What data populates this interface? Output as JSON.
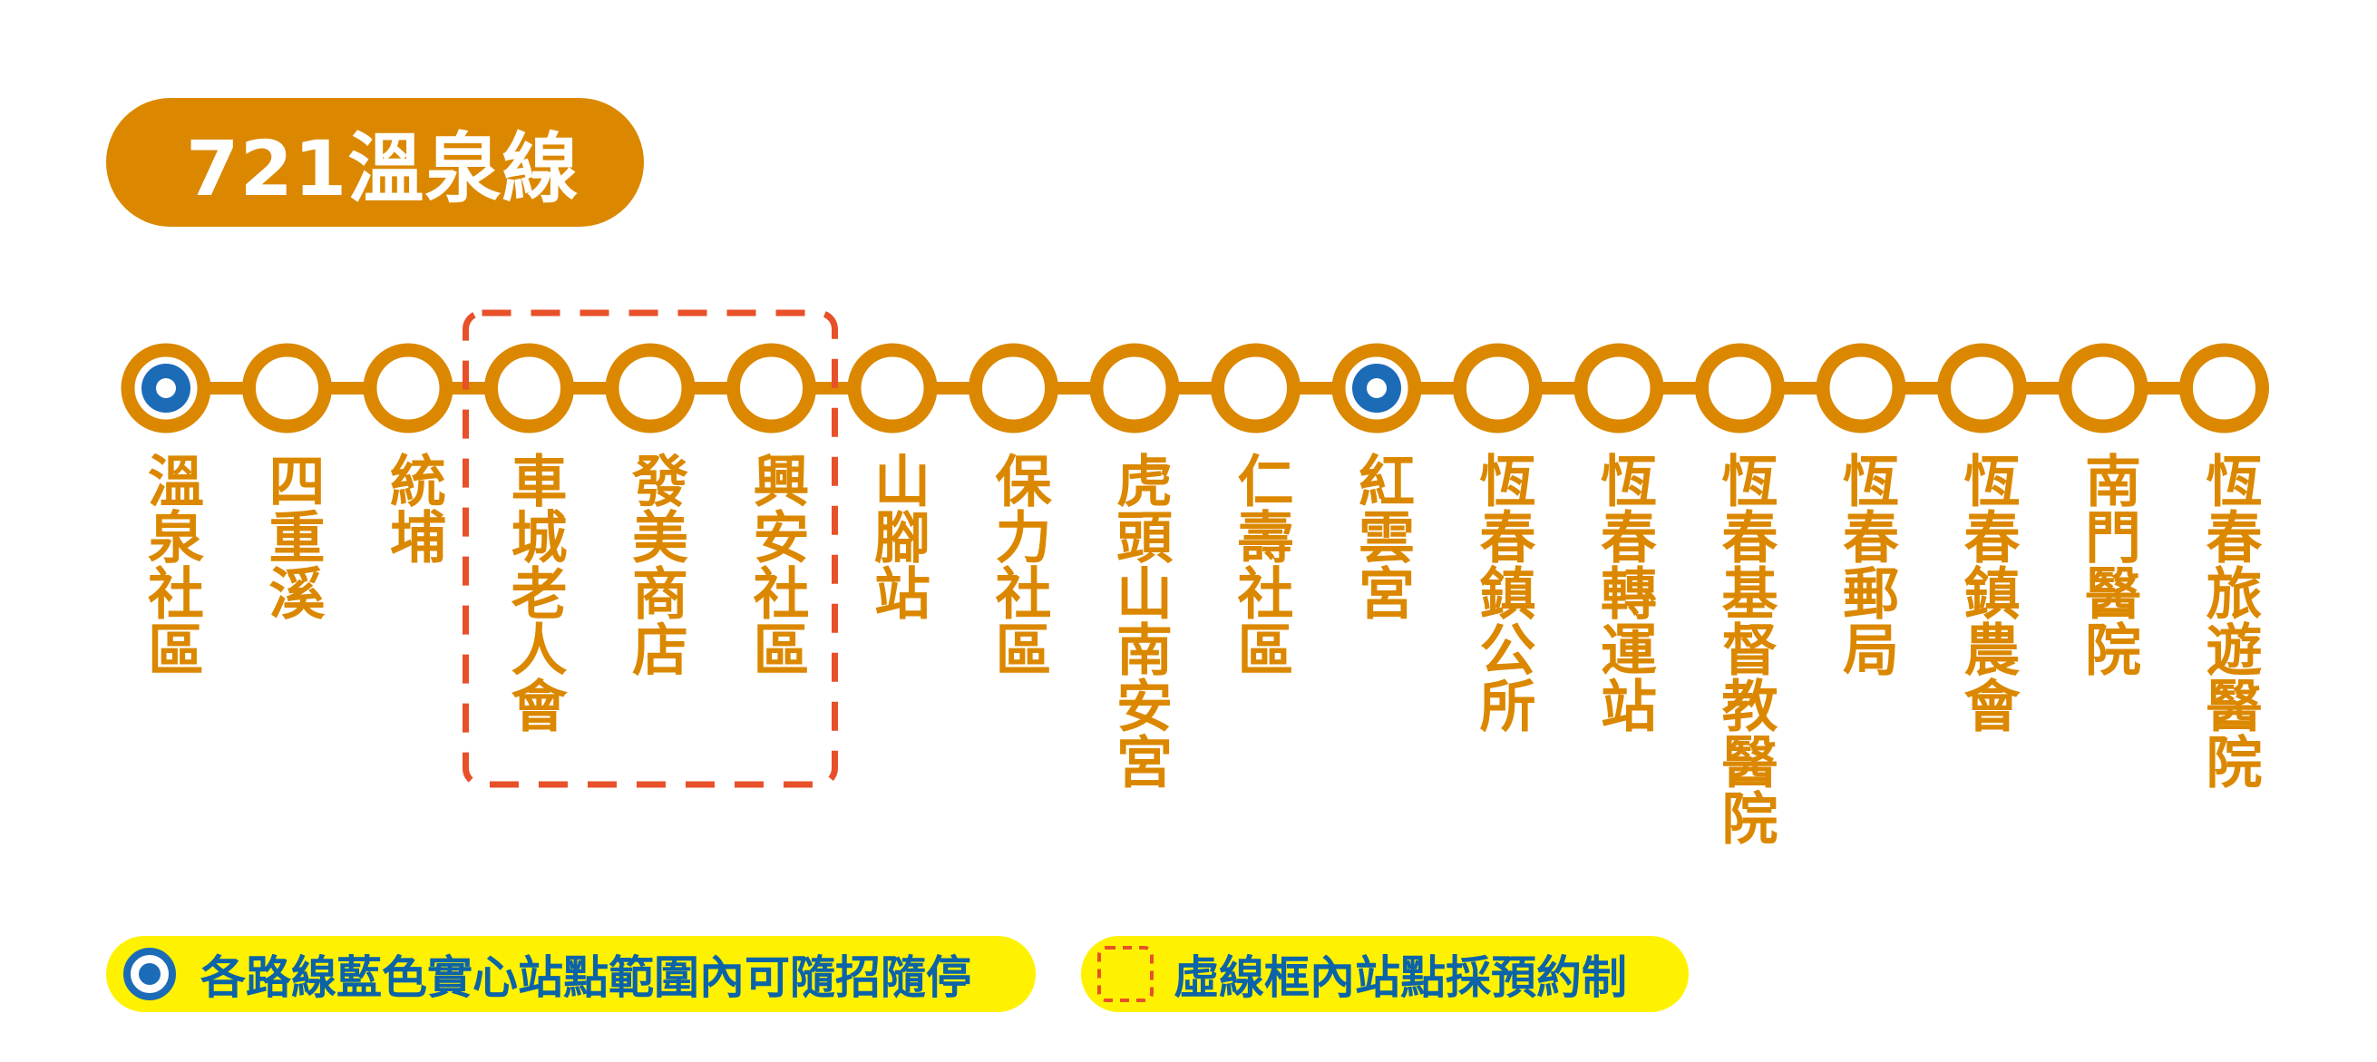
{
  "route": {
    "title": "721溫泉線"
  },
  "colors": {
    "line": "#DB8800",
    "station_fill": "#FFFFFF",
    "flag_stop_fill": "#1C6BB7",
    "booking_box": "#E8502A",
    "legend_bg": "#FFF200",
    "legend_text": "#0B63A8"
  },
  "stations": [
    {
      "name": "溫泉社區",
      "flag_stop": true,
      "reservation": false
    },
    {
      "name": "四重溪",
      "flag_stop": false,
      "reservation": false
    },
    {
      "name": "統埔",
      "flag_stop": false,
      "reservation": false
    },
    {
      "name": "車城老人會",
      "flag_stop": false,
      "reservation": true
    },
    {
      "name": "發美商店",
      "flag_stop": false,
      "reservation": true
    },
    {
      "name": "興安社區",
      "flag_stop": false,
      "reservation": true
    },
    {
      "name": "山腳站",
      "flag_stop": false,
      "reservation": false
    },
    {
      "name": "保力社區",
      "flag_stop": false,
      "reservation": false
    },
    {
      "name": "虎頭山南安宮",
      "flag_stop": false,
      "reservation": false
    },
    {
      "name": "仁壽社區",
      "flag_stop": false,
      "reservation": false
    },
    {
      "name": "紅雲宮",
      "flag_stop": true,
      "reservation": false
    },
    {
      "name": "恆春鎮公所",
      "flag_stop": false,
      "reservation": false
    },
    {
      "name": "恆春轉運站",
      "flag_stop": false,
      "reservation": false
    },
    {
      "name": "恆春基督教醫院",
      "flag_stop": false,
      "reservation": false
    },
    {
      "name": "恆春郵局",
      "flag_stop": false,
      "reservation": false
    },
    {
      "name": "恆春鎮農會",
      "flag_stop": false,
      "reservation": false
    },
    {
      "name": "南門醫院",
      "flag_stop": false,
      "reservation": false
    },
    {
      "name": "恆春旅遊醫院",
      "flag_stop": false,
      "reservation": false
    }
  ],
  "legend": {
    "flag_stop_text": "各路線藍色實心站點範圍內可隨招隨停",
    "reservation_text": "虛線框內站點採預約制",
    "flag_stop_icon": "blue-station-icon",
    "reservation_icon": "dashed-box-icon"
  }
}
